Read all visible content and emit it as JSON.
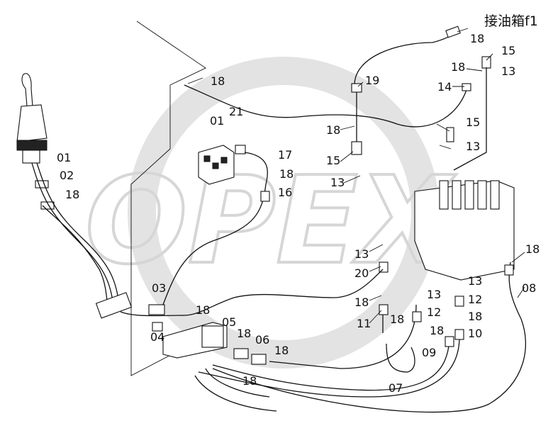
{
  "title": "接油箱f1",
  "watermark": "OPEX",
  "colors": {
    "line": "#111111",
    "watermark": "#d6d6d6",
    "background": "#ffffff"
  },
  "labels": [
    {
      "id": "l18a",
      "text": "18"
    },
    {
      "id": "l15a",
      "text": "15"
    },
    {
      "id": "l18b",
      "text": "18"
    },
    {
      "id": "l13a",
      "text": "13"
    },
    {
      "id": "l14",
      "text": "14"
    },
    {
      "id": "l18c",
      "text": "18"
    },
    {
      "id": "l19",
      "text": "19"
    },
    {
      "id": "l01a",
      "text": "01"
    },
    {
      "id": "l21",
      "text": "21"
    },
    {
      "id": "l15b",
      "text": "15"
    },
    {
      "id": "l13b",
      "text": "13"
    },
    {
      "id": "l18d",
      "text": "18"
    },
    {
      "id": "l15c",
      "text": "15"
    },
    {
      "id": "l13c",
      "text": "13"
    },
    {
      "id": "l01b",
      "text": "01"
    },
    {
      "id": "l02",
      "text": "02"
    },
    {
      "id": "l18e",
      "text": "18"
    },
    {
      "id": "l17",
      "text": "17"
    },
    {
      "id": "l18f",
      "text": "18"
    },
    {
      "id": "l16",
      "text": "16"
    },
    {
      "id": "l13d",
      "text": "13"
    },
    {
      "id": "l20",
      "text": "20"
    },
    {
      "id": "l18g",
      "text": "18"
    },
    {
      "id": "l13e",
      "text": "13"
    },
    {
      "id": "l08",
      "text": "08"
    },
    {
      "id": "l13f",
      "text": "13"
    },
    {
      "id": "l12a",
      "text": "12"
    },
    {
      "id": "l18h",
      "text": "18"
    },
    {
      "id": "l11",
      "text": "11"
    },
    {
      "id": "l18i",
      "text": "18"
    },
    {
      "id": "l12b",
      "text": "12"
    },
    {
      "id": "l18j",
      "text": "18"
    },
    {
      "id": "l10",
      "text": "10"
    },
    {
      "id": "l18k",
      "text": "18"
    },
    {
      "id": "l09",
      "text": "09"
    },
    {
      "id": "l03",
      "text": "03"
    },
    {
      "id": "l18l",
      "text": "18"
    },
    {
      "id": "l04",
      "text": "04"
    },
    {
      "id": "l05",
      "text": "05"
    },
    {
      "id": "l18m",
      "text": "18"
    },
    {
      "id": "l06",
      "text": "06"
    },
    {
      "id": "l18n",
      "text": "18"
    },
    {
      "id": "l07",
      "text": "07"
    },
    {
      "id": "l18o",
      "text": "18"
    }
  ]
}
